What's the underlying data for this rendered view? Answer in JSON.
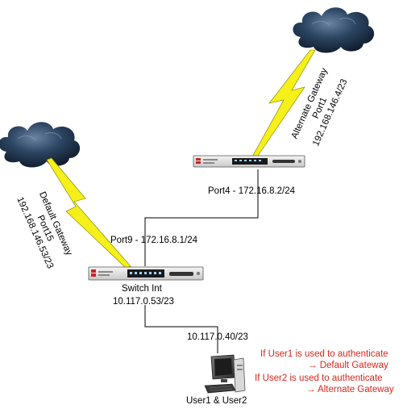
{
  "alternate_link": {
    "line1": "Alternate Gateway",
    "line2": "Port1",
    "line3": "192.168.146.4/23"
  },
  "default_link": {
    "line1": "Default Gateway",
    "line2": "Port15",
    "line3": "192.168.146.53/23"
  },
  "port4_label": "Port4 - 172.16.8.2/24",
  "port9_label": "Port9 - 172.16.8.1/24",
  "switch_int": {
    "name": "Switch Int",
    "ip": "10.117.0.53/23"
  },
  "pc": {
    "ip": "10.117.0.40/23",
    "name": "User1 & User2"
  },
  "notes": {
    "line1": "If User1 is used to authenticate",
    "line2": "→ Default Gateway",
    "line3": "If User2 is used to authenticate",
    "line4": "→ Alternate Gateway"
  },
  "colors": {
    "note_text": "#d9261c",
    "lightning": "#f5ef1a",
    "cloud": "#1c2f46"
  },
  "icons": [
    "cloud-icon",
    "lightning-icon",
    "switch-icon",
    "computer-icon"
  ]
}
